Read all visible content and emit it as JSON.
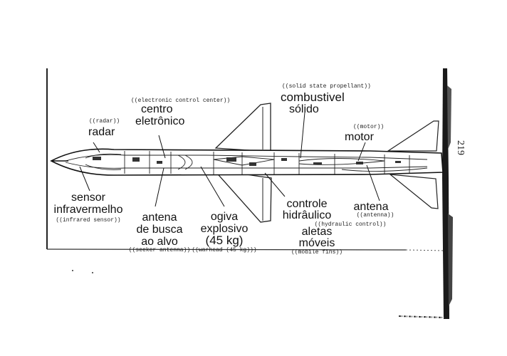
{
  "page_number": "219",
  "labels": {
    "solid_propellant_en": "((solid state propellant))",
    "combustivel": "combustivel",
    "solido": "sólido",
    "electronic_center_en": "((electronic control center))",
    "centro": "centro",
    "eletronico": "eletrônico",
    "radar_en": "((radar))",
    "radar": "radar",
    "motor_en": "((motor))",
    "motor": "motor",
    "sensor": "sensor",
    "infravermelho": "infravermelho",
    "infrared_en": "((infrared sensor))",
    "antena_busca_1": "antena",
    "antena_busca_2": "de busca",
    "antena_busca_3": "ao alvo",
    "seeker_en": "((seeker antenna))",
    "ogiva_1": "ogiva",
    "ogiva_2": "explosivo",
    "ogiva_3": "(45 kg)",
    "warhead_en": "((warhead (45 kg)))",
    "controle_1": "controle",
    "controle_2": "hidrâulico",
    "hydraulic_en": "((hydraulic control))",
    "aletas_1": "aletas",
    "aletas_2": "móveis",
    "mobile_fins_en": "((mobile fins))",
    "antena": "antena",
    "antenna_en": "((antenna))"
  }
}
